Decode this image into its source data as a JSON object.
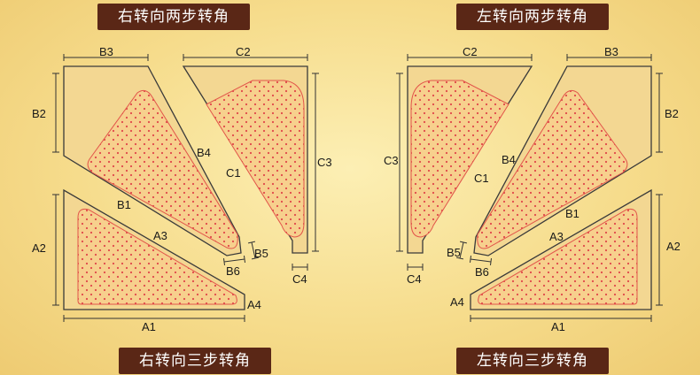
{
  "banners": {
    "top_left": "右转向两步转角",
    "top_right": "左转向两步转角",
    "bottom_left": "右转向三步转角",
    "bottom_right": "左转向三步转角"
  },
  "labels": {
    "A1": "A1",
    "A2": "A2",
    "A3": "A3",
    "A4": "A4",
    "B1": "B1",
    "B2": "B2",
    "B3": "B3",
    "B4": "B4",
    "B5": "B5",
    "B6": "B6",
    "C1": "C1",
    "C2": "C2",
    "C3": "C3",
    "C4": "C4"
  },
  "colors": {
    "banner_bg": "#5a2716",
    "banner_text": "#ffffff",
    "outline": "#3a3a3a",
    "fill_outline": "#e2554a",
    "fill_bg": "#f7d08d",
    "dot": "#e0484a"
  }
}
